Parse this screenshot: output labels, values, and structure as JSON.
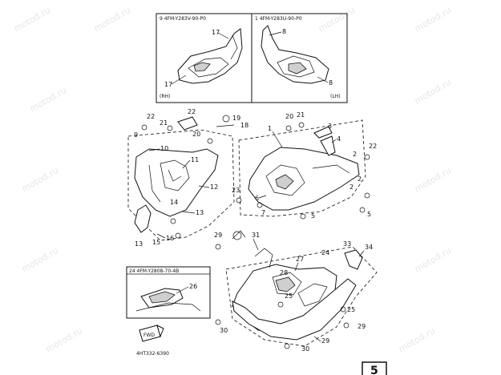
{
  "watermark": "motod.ru",
  "insets": {
    "top_left": {
      "title": "9  4FM-Y283V-90-P0",
      "side": "(RH)"
    },
    "top_right": {
      "title": "1  4FM-Y283U-90-P0",
      "side": "(LH)"
    },
    "bottom_left": {
      "title": "24  4FM-Y2808-70-4B"
    }
  },
  "labels": {
    "n17a": "17",
    "n17b": "17",
    "n8a": "8",
    "n8b": "8",
    "n22a": "22",
    "n22b": "22",
    "n22c": "22",
    "n21a": "21",
    "n21b": "21",
    "n20a": "20",
    "n20b": "20",
    "n19": "19",
    "n18": "18",
    "n9": "9",
    "n10": "10",
    "n11": "11",
    "n12": "12",
    "n13a": "13",
    "n13b": "13",
    "n14": "14",
    "n15": "15",
    "n16": "16",
    "n1": "1",
    "n2a": "2",
    "n2b": "2",
    "n2c": "2",
    "n3": "3",
    "n4": "4",
    "n6": "6",
    "n5a": "5",
    "n5b": "5",
    "n7": "7",
    "n23": "23",
    "n29a": "29",
    "n29b": "29",
    "n29c": "29",
    "n31": "31",
    "n27": "27",
    "n28": "28",
    "n24": "24",
    "n25a": "25",
    "n25b": "25",
    "n30a": "30",
    "n30b": "30",
    "n33": "33",
    "n34": "34",
    "n26": "26"
  },
  "arrow_label": "FWD",
  "footer_code": "4HT332-6390",
  "page_marker": "5"
}
